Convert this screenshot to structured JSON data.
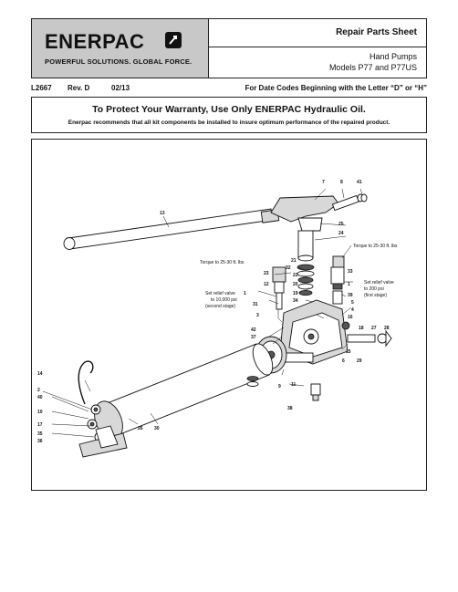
{
  "brand": {
    "name": "ENERPAC",
    "tagline": "POWERFUL SOLUTIONS.  GLOBAL FORCE."
  },
  "header": {
    "sheet_title": "Repair Parts Sheet",
    "product": "Hand Pumps",
    "models": "Models P77 and P77US"
  },
  "info": {
    "doc_no": "L2667",
    "rev": "Rev. D",
    "date": "02/13",
    "date_codes": "For Date Codes Beginning with the Letter “D” or “H”"
  },
  "warning": {
    "title": "To Protect Your Warranty, Use Only ENERPAC Hydraulic Oil.",
    "text": "Enerpac recommends that all kit components be installed to insure optimum performance of the repaired product."
  },
  "diagram": {
    "callouts": {
      "c7": "7",
      "c8": "8",
      "c41": "41",
      "c13": "13",
      "c25": "25",
      "c24": "24",
      "c21": "21",
      "c23": "23",
      "c32": "32",
      "c22": "22",
      "c12": "12",
      "c20": "20",
      "c33": "33",
      "c1a": "1",
      "c19": "19",
      "c31": "31",
      "c34": "34",
      "c39": "39",
      "c16": "16",
      "c5": "5",
      "c4": "4",
      "c3": "3",
      "c42": "42",
      "c37": "37",
      "c18": "18",
      "c27": "27",
      "c28": "28",
      "c15": "15",
      "c6": "6",
      "c29": "29",
      "c9": "9",
      "c11": "11",
      "c38": "38",
      "c14": "14",
      "c2": "2",
      "c40": "40",
      "c10": "10",
      "c17": "17",
      "c35": "35",
      "c36": "36",
      "c26": "26",
      "c30": "30",
      "c1b": "1"
    },
    "notes": {
      "torque_right": "Torque to 25-30 ft. lbs",
      "torque_left": "Torque to 25-30 ft. lbs",
      "relief_high_1": "Set relief valve",
      "relief_high_2": "to 10,000 psi",
      "relief_high_3": "(second stage)",
      "relief_low_1": "Set relief valve",
      "relief_low_2": "to 200 psi",
      "relief_low_3": "(first stage)"
    }
  }
}
